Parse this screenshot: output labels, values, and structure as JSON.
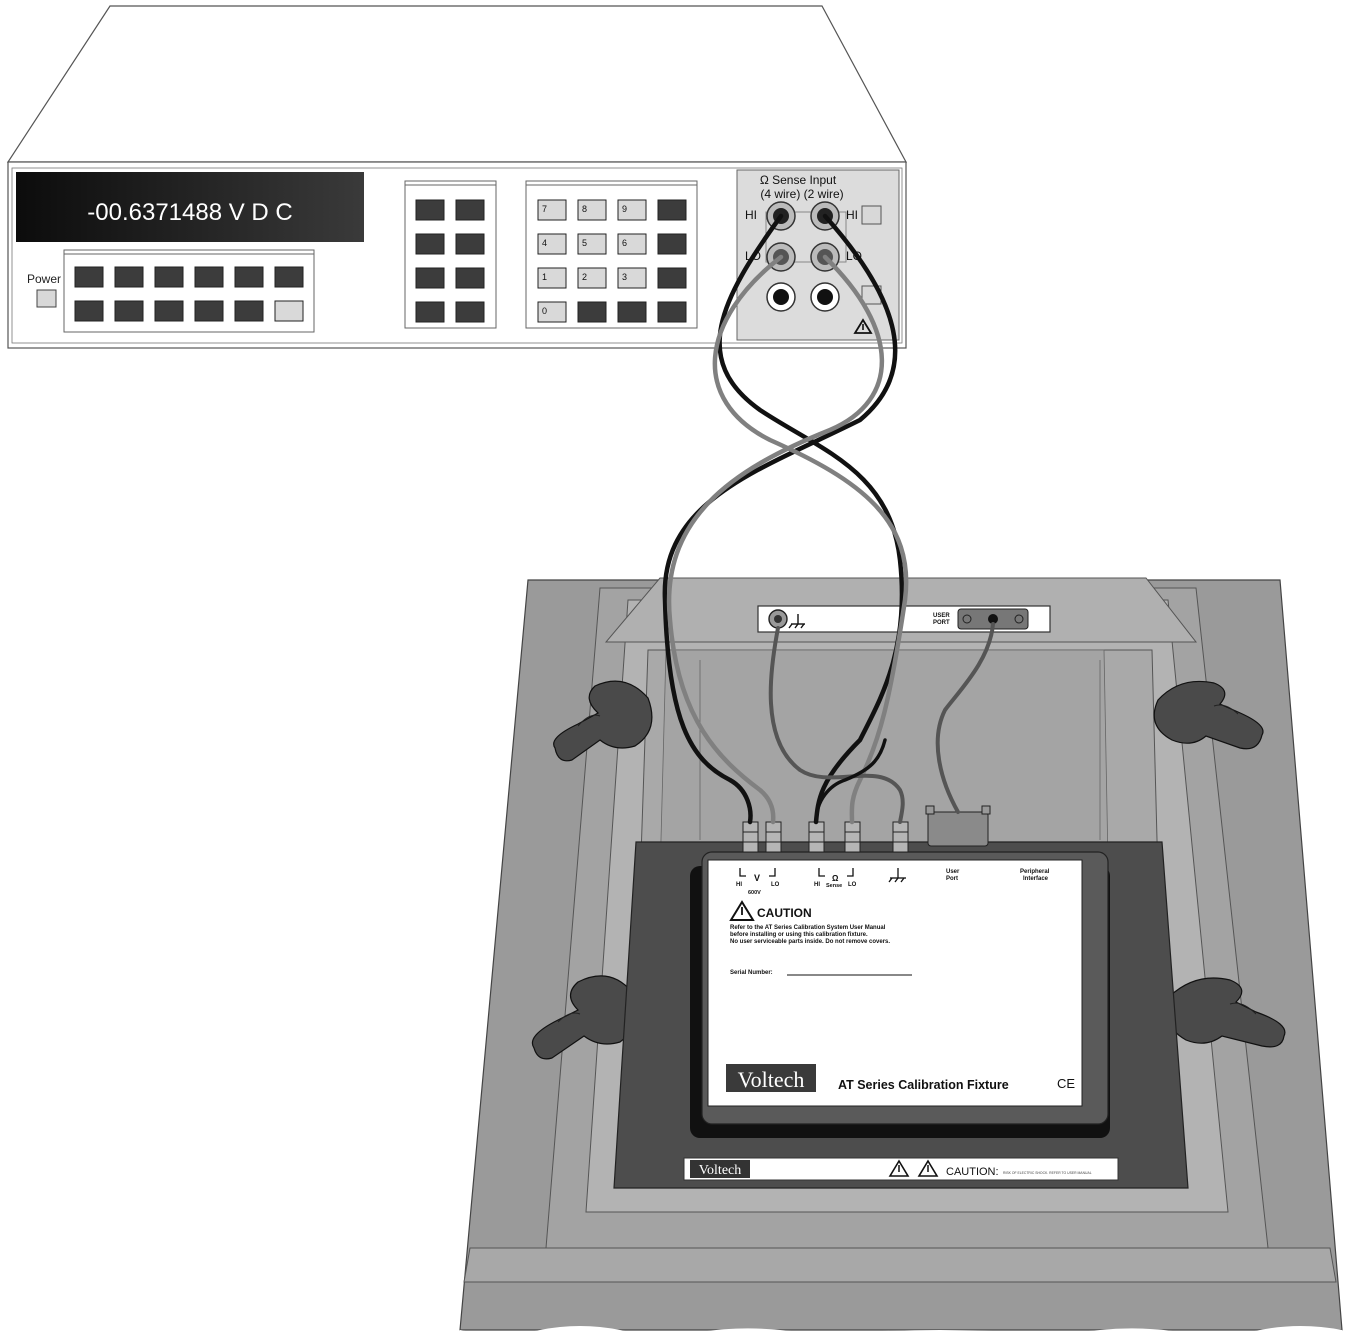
{
  "meter": {
    "display_reading": "-00.6371488 V D C",
    "power_label": "Power",
    "keypad_labels": [
      "7",
      "8",
      "9",
      "4",
      "5",
      "6",
      "1",
      "2",
      "3",
      "0"
    ],
    "terminal_header_line1": "Ω Sense  Input",
    "terminal_header_line2": "(4 wire)  (2 wire)",
    "hi_left": "HI",
    "hi_right": "HI",
    "lo_left": "LO",
    "lo_right": "LO"
  },
  "fixture": {
    "rear_panel_user_port": "USER\nPORT",
    "rear_user_port_line1": "USER",
    "rear_user_port_line2": "PORT",
    "connector_labels": {
      "v_hi": "HI",
      "v_symbol": "V",
      "v_lo": "LO",
      "v_rating": "600V",
      "ohm_hi": "HI",
      "ohm_symbol": "Ω",
      "ohm_sense": "Sense",
      "ohm_lo": "LO",
      "user_port_line1": "User",
      "user_port_line2": "Port",
      "peripheral_line1": "Peripheral",
      "peripheral_line2": "Interface"
    },
    "caution_title": "CAUTION",
    "caution_line1": "Refer to the AT Series Calibration System User Manual",
    "caution_line2": "before installing or using this calibration fixture.",
    "caution_line3": "No user serviceable parts inside. Do not remove covers.",
    "serial_label": "Serial Number:",
    "brand": "Voltech",
    "product_title": "AT Series Calibration Fixture",
    "ce_mark": "CE",
    "base_brand": "Voltech",
    "base_caution": "CAUTION:",
    "base_caution_small": "RISK OF ELECTRIC SHOCK. REFER TO USER MANUAL"
  },
  "colors": {
    "display_bg": "#111111",
    "display_text": "#ffffff",
    "fixture_base": "#9a9a9a",
    "fixture_tray": "#4d4d4d",
    "label_panel": "#ffffff",
    "lead_black": "#111111",
    "lead_gray": "#808080"
  }
}
